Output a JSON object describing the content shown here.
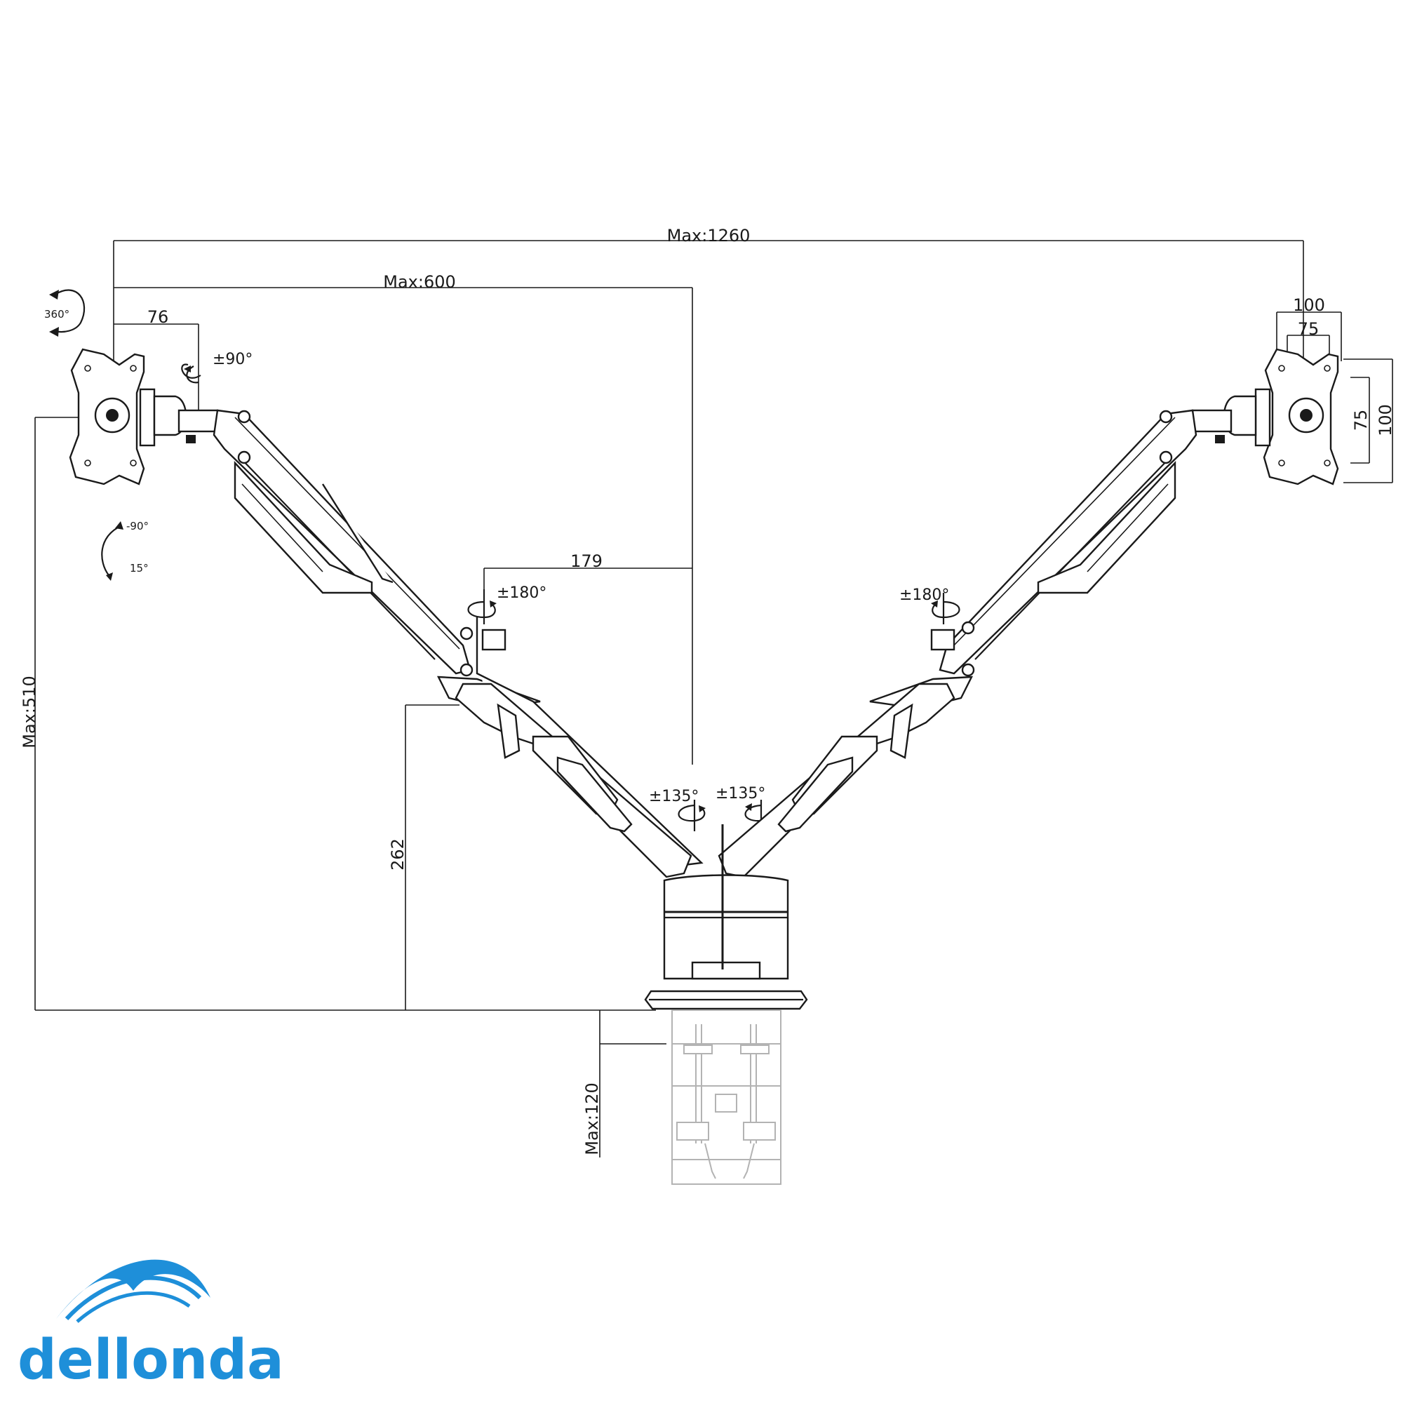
{
  "dimensions": {
    "overall_width": "Max:1260",
    "arm_reach": "Max:600",
    "head_offset": "76",
    "pole_offset": "179",
    "overall_height": "Max:510",
    "joint_height": "262",
    "clamp_thickness": "Max:120",
    "vesa_outer_w": "100",
    "vesa_inner_w": "75",
    "vesa_inner_h": "75",
    "vesa_outer_h": "100"
  },
  "angles": {
    "swivel_360": "360°",
    "rotate_90": "±90°",
    "tilt_minus": "-90°",
    "tilt_plus": "15°",
    "elbow_left": "±180°",
    "elbow_right": "±180°",
    "base_left": "±135°",
    "base_right": "±135°"
  },
  "brand": {
    "logo_text": "dellonda",
    "color": "#1e8fd9"
  }
}
